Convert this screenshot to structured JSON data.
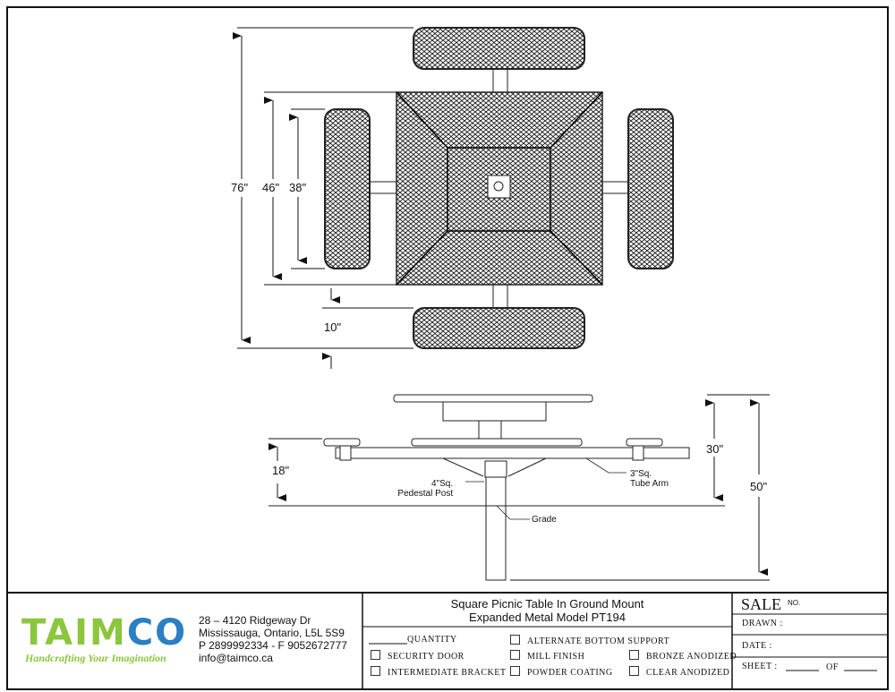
{
  "drawing": {
    "top_view_dimensions": {
      "overall": "76\"",
      "table": "46\"",
      "bench": "38\"",
      "gap": "10\""
    },
    "side_view_dimensions": {
      "seat_height": "18\"",
      "table_height": "30\"",
      "overall_height": "50\""
    },
    "annotations": {
      "tube_arm_1": "3\"Sq.",
      "tube_arm_2": "Tube Arm",
      "post_1": "4\"Sq.",
      "post_2": "Pedestal Post",
      "grade": "Grade"
    }
  },
  "title_block": {
    "logo_text": "TAIMCO",
    "tagline": "Handcrafting Your Imagination",
    "address": [
      "28 – 4120 Ridgeway Dr",
      "Mississauga, Ontario, L5L 5S9",
      "P 2899992334 - F 9052672777",
      "info@taimco.ca"
    ],
    "title_line1": "Square Picnic Table In Ground Mount",
    "title_line2": "Expanded Metal Model PT194",
    "quantity": "QUANTITY",
    "options": {
      "security_door": "SECURITY DOOR",
      "intermediate_bracket": "INTERMEDIATE BRACKET",
      "alternate_bottom_support": "ALTERNATE BOTTOM SUPPORT",
      "mill_finish": "MILL FINISH",
      "powder_coating": "POWDER COATING",
      "bronze_anodized": "BRONZE ANODIZED",
      "clear_anodized": "CLEAR ANODIZED"
    },
    "sale": "SALE",
    "sale_no": "NO.",
    "drawn": "DRAWN :",
    "date": "DATE :",
    "sheet": "SHEET :",
    "of": "OF"
  },
  "colors": {
    "logo_green": "#8cc63f",
    "logo_blue": "#2b7fc3"
  }
}
